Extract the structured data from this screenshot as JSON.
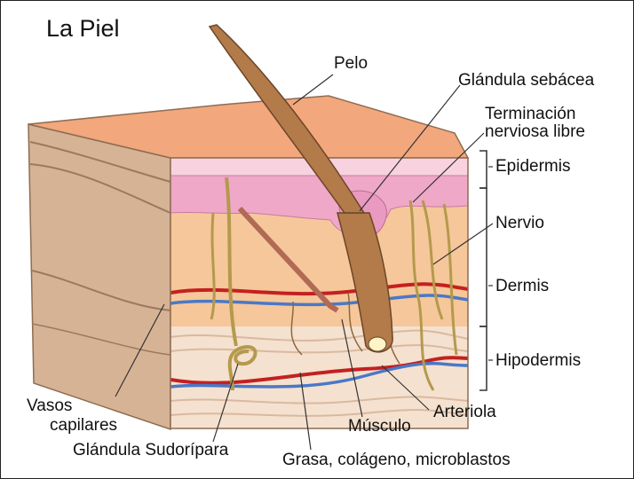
{
  "title": "La Piel",
  "labels": {
    "pelo": "Pelo",
    "glandula_sebacea": "Glándula sebácea",
    "terminacion_1": "Terminación",
    "terminacion_2": "nerviosa libre",
    "epidermis": "Epidermis",
    "nervio": "Nervio",
    "dermis": "Dermis",
    "hipodermis": "Hipodermis",
    "vasos_1": "Vasos",
    "vasos_2": "capilares",
    "arteriola": "Arteriola",
    "musculo": "Músculo",
    "glandula_sudoripara": "Glándula Sudorípara",
    "grasa": "Grasa, colágeno, microblastos"
  },
  "colors": {
    "top_surface": "#f3a77c",
    "side_face": "#d7b396",
    "epidermis_pink": "#efa8c8",
    "epidermis_light": "#f8d2df",
    "dermis": "#f6c79a",
    "hypodermis": "#f5e1cf",
    "artery": "#c42020",
    "vein": "#4a78c6",
    "hair": "#b37a4a",
    "nerve": "#b49a4c"
  }
}
